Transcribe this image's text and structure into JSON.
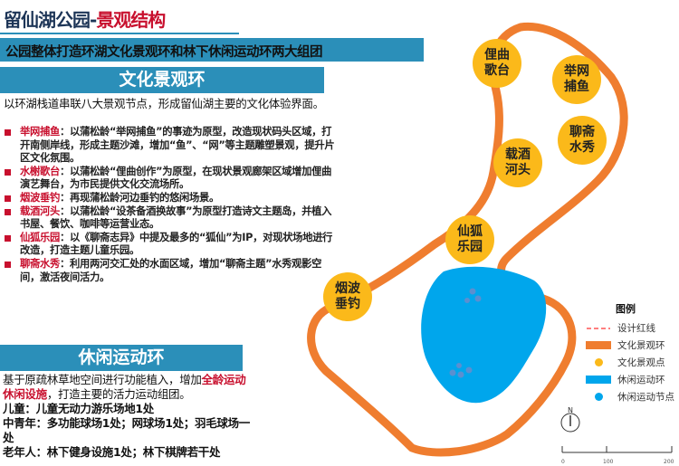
{
  "title": {
    "main": "留仙湖公园-",
    "accent": "景观结构"
  },
  "banner": "公园整体打造环湖文化景观环和林下休闲运动环两大组团",
  "culture": {
    "heading": "文化景观环",
    "intro": "以环湖栈道串联八大景观节点，形成留仙湖主要的文化体验界面。",
    "items": [
      {
        "name": "举网捕鱼",
        "text": "：以蒲松龄“举网捕鱼”的事迹为原型，改造现状码头区域，打开南侧岸线，形成主题沙滩，增加“鱼”、“网”等主题雕塑景观，提升片区文化氛围。"
      },
      {
        "name": "水榭歌台",
        "text": "：以蒲松龄“俚曲创作”为原型，在现状景观廊架区域增加俚曲演艺舞台，为市民提供文化交流场所。"
      },
      {
        "name": "烟波垂钓",
        "text": "：再现蒲松龄河边垂钓的悠闲场景。"
      },
      {
        "name": "载酒河头",
        "text": "：以蒲松龄“设茶备酒换故事”为原型打造诗文主题岛，并植入书屋、餐饮、咖啡等运营业态。"
      },
      {
        "name": "仙狐乐园",
        "text": "：以《聊斋志异》中提及最多的“狐仙”为IP，对现状场地进行改造，打造主题儿童乐园。"
      },
      {
        "name": "聊斋水秀",
        "text": "：利用两河交汇处的水面区域，增加“聊斋主题”水秀观影空间，激活夜间活力。"
      }
    ]
  },
  "leisure": {
    "heading": "休闲运动环",
    "intro_a": "基于原疏林草地空间进行功能植入，增加",
    "intro_red": "全龄运动休闲设施",
    "intro_b": "，打造主要的活力运动组团。",
    "lines": [
      "儿童：儿童无动力游乐场地1处",
      "中青年：多功能球场1处；网球场1处；羽毛球场一处",
      "老年人：林下健身设施1处；林下棋牌若干处"
    ]
  },
  "map": {
    "nodes": [
      "俚曲歌台",
      "举网捕鱼",
      "聊斋水秀",
      "载酒河头",
      "仙狐乐园",
      "烟波垂钓"
    ],
    "north": "N",
    "scale": [
      "0",
      "100",
      "200"
    ]
  },
  "legend": {
    "title": "图例",
    "items": [
      "设计红线",
      "文化景观环",
      "文化景观点",
      "休闲运动环",
      "休闲运动节点"
    ]
  },
  "colors": {
    "orange": "#ef7d2f",
    "yellow": "#fbb91a",
    "blue": "#00a6ec",
    "banner": "#2b8fb9",
    "red": "#c8102e"
  }
}
